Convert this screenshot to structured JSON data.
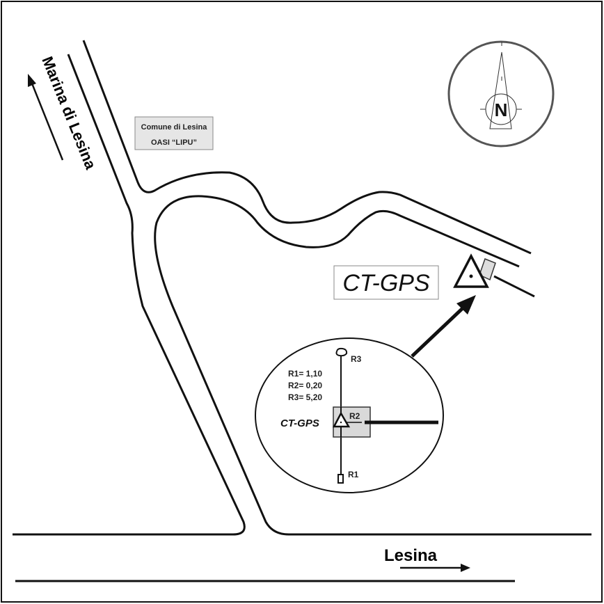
{
  "labels": {
    "marina": "Marina di Lesina",
    "lesina": "Lesina",
    "comune": "Comune di Lesina",
    "oasi": "OASI  “LIPU”",
    "ct_gps_main": "CT-GPS",
    "ct_gps_detail": "CT-GPS",
    "north": "N"
  },
  "detail": {
    "r1_value": "R1= 1,10",
    "r2_value": "R2= 0,20",
    "r3_value": "R3= 5,20",
    "r1": "R1",
    "r2": "R2",
    "r3": "R3"
  },
  "colors": {
    "line": "#111111",
    "box_fill": "#d9d9d9",
    "compass": "#555555"
  }
}
